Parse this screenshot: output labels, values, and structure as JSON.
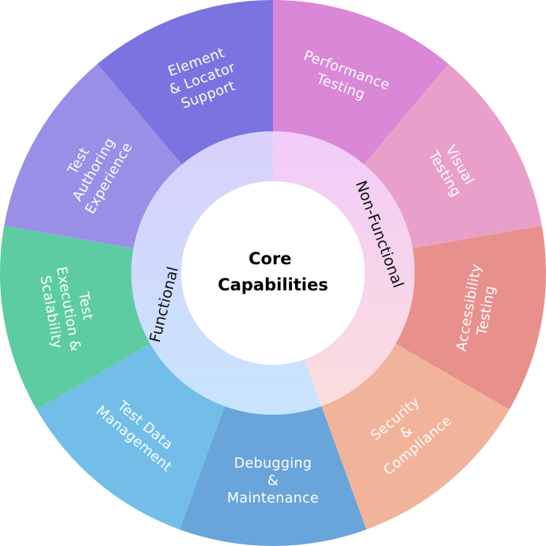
{
  "center": {
    "lines": [
      "Core",
      "Capabilities"
    ]
  },
  "categories": [
    {
      "label": "Non-Functional",
      "start_deg": 0,
      "end_deg": 160,
      "color_top": "#f2cbfa",
      "color_bottom": "#fcdddd"
    },
    {
      "label": "Functional",
      "start_deg": 160,
      "end_deg": 360,
      "color_top": "#d9d0fc",
      "color_bottom": "#c7e5fc"
    }
  ],
  "segments": [
    {
      "lines": [
        "Performance",
        "Testing"
      ],
      "color": "#d987d6"
    },
    {
      "lines": [
        "Visual",
        "Testing"
      ],
      "color": "#e8a0ca"
    },
    {
      "lines": [
        "Accessibility",
        "Testing"
      ],
      "color": "#e8908c"
    },
    {
      "lines": [
        "Security",
        "&",
        "Compliance"
      ],
      "color": "#f2b39b"
    },
    {
      "lines": [
        "Debugging",
        "&",
        "Maintenance"
      ],
      "color": "#69a4db"
    },
    {
      "lines": [
        "Test Data",
        "Management"
      ],
      "color": "#72bee9"
    },
    {
      "lines": [
        "Test",
        "Execution &",
        "Scalability"
      ],
      "color": "#5ecca2"
    },
    {
      "lines": [
        "Test",
        "Authoring",
        "Experience"
      ],
      "color": "#9a8fe6"
    },
    {
      "lines": [
        "Element",
        "& Locator",
        "Support"
      ],
      "color": "#7b73e0"
    }
  ]
}
